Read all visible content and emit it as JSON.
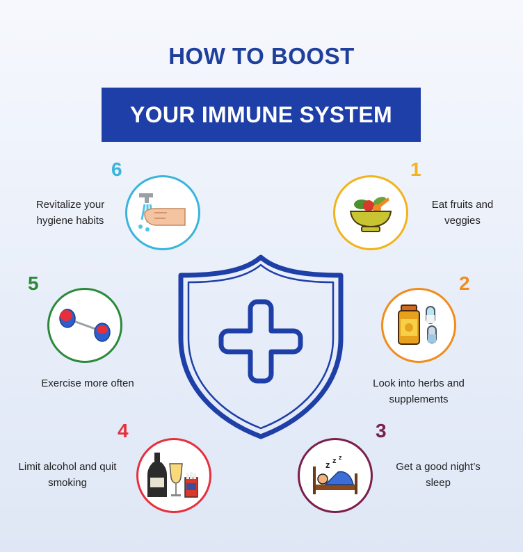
{
  "title": "HOW TO BOOST",
  "banner": "YOUR IMMUNE SYSTEM",
  "colors": {
    "navy": "#1f3fa8",
    "step1": "#f2b31b",
    "step2": "#f28c1b",
    "step3": "#7a1f4a",
    "step4": "#e5303b",
    "step5": "#2a8a3a",
    "step6": "#3ab4dc"
  },
  "steps": [
    {
      "number": "1",
      "label": "Eat fruits and veggies",
      "icon": "salad-bowl-icon"
    },
    {
      "number": "2",
      "label": "Look into herbs and supplements",
      "icon": "supplements-icon"
    },
    {
      "number": "3",
      "label": "Get a good night’s sleep",
      "icon": "sleeping-bed-icon"
    },
    {
      "number": "4",
      "label": "Limit alcohol and quit smoking",
      "icon": "alcohol-cigarettes-icon"
    },
    {
      "number": "5",
      "label": "Exercise more often",
      "icon": "dumbbell-icon"
    },
    {
      "number": "6",
      "label": "Revitalize your hygiene habits",
      "icon": "handwashing-icon"
    }
  ],
  "center_icon": "shield-cross-icon"
}
